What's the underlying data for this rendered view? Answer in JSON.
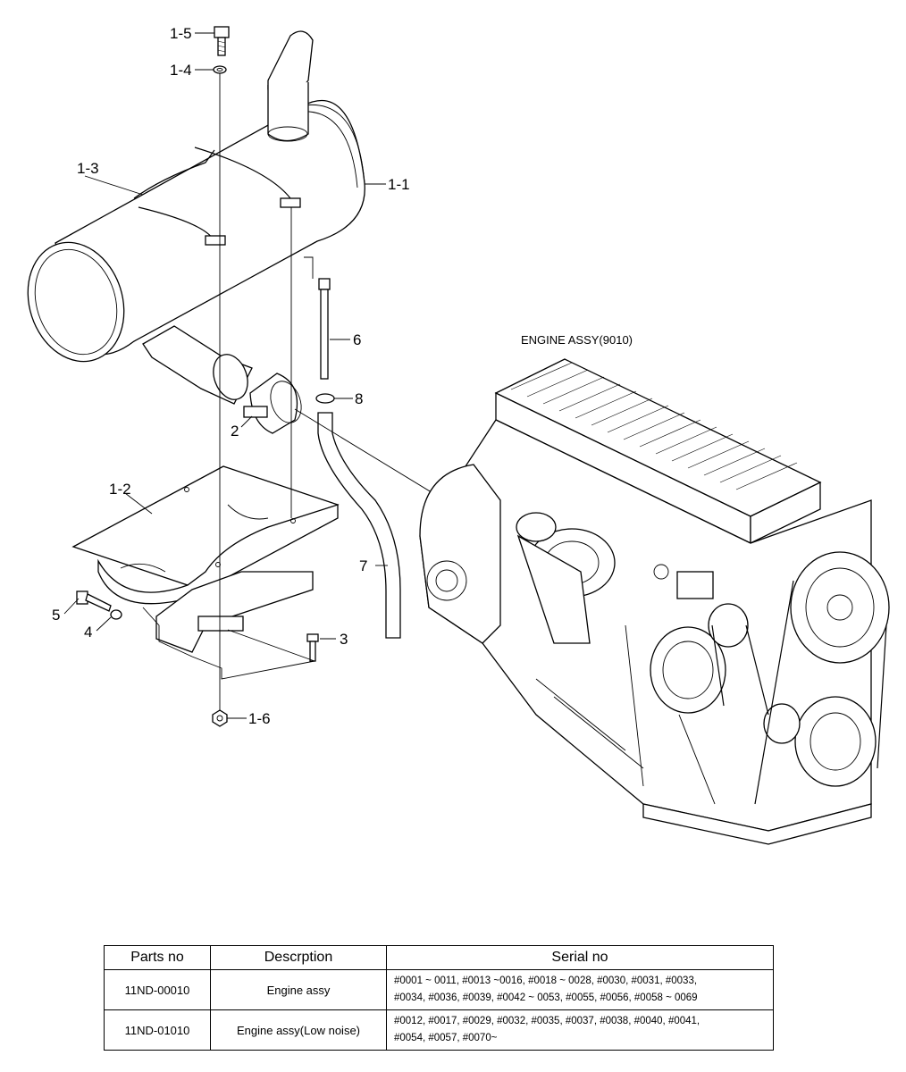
{
  "diagram": {
    "engine_title": "ENGINE ASSY(9010)",
    "callouts": {
      "c1_5": "1-5",
      "c1_4": "1-4",
      "c1_3": "1-3",
      "c1_1": "1-1",
      "c6": "6",
      "c8": "8",
      "c2": "2",
      "c1_2": "1-2",
      "c7": "7",
      "c5": "5",
      "c4": "4",
      "c3": "3",
      "c1_6": "1-6"
    }
  },
  "table": {
    "headers": [
      "Parts no",
      "Descrption",
      "Serial no"
    ],
    "rows": [
      {
        "part_no": "11ND-00010",
        "description": "Engine assy",
        "serial_line1": "#0001 ~ 0011, #0013 ~0016, #0018 ~ 0028, #0030, #0031, #0033,",
        "serial_line2": "#0034, #0036, #0039, #0042 ~ 0053, #0055, #0056, #0058 ~ 0069"
      },
      {
        "part_no": "11ND-01010",
        "description": "Engine assy(Low noise)",
        "serial_line1": "#0012, #0017, #0029, #0032, #0035, #0037, #0038, #0040, #0041,",
        "serial_line2": "#0054, #0057, #0070~"
      }
    ]
  }
}
